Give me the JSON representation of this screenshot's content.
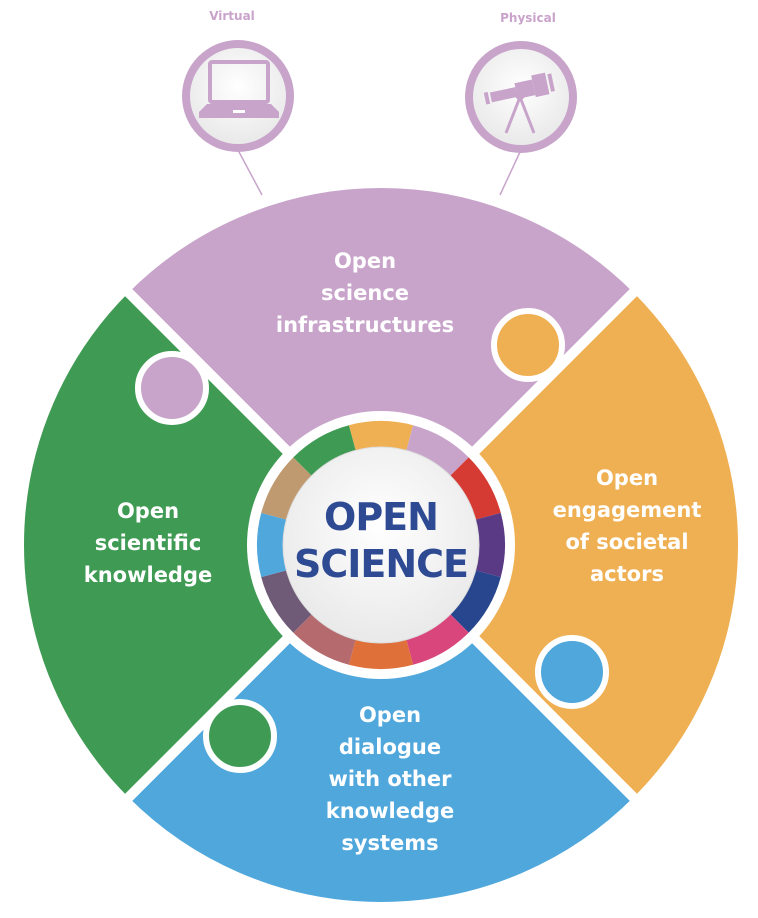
{
  "center": {
    "line1": "OPEN",
    "line2": "SCIENCE"
  },
  "top_icons": [
    {
      "label": "Virtual",
      "icon": "laptop-icon"
    },
    {
      "label": "Physical",
      "icon": "telescope-icon"
    }
  ],
  "pillars": {
    "top": {
      "lines": [
        "Open",
        "science",
        "infrastructures"
      ],
      "color": "#c8a4cb"
    },
    "right": {
      "lines": [
        "Open",
        "engagement",
        "of societal",
        "actors"
      ],
      "color": "#efb054"
    },
    "bottom": {
      "lines": [
        "Open",
        "dialogue",
        "with other",
        "knowledge",
        "systems"
      ],
      "color": "#4fa7dc"
    },
    "left": {
      "lines": [
        "Open",
        "scientific",
        "knowledge"
      ],
      "color": "#3f9b53"
    }
  },
  "ring_colors": [
    "#efb054",
    "#c8a4cb",
    "#d63b33",
    "#5a3a85",
    "#27468e",
    "#d9467b",
    "#e0703a",
    "#b56a6e",
    "#6f5a78",
    "#4fa7dc",
    "#bf9a70",
    "#3f9b53"
  ]
}
